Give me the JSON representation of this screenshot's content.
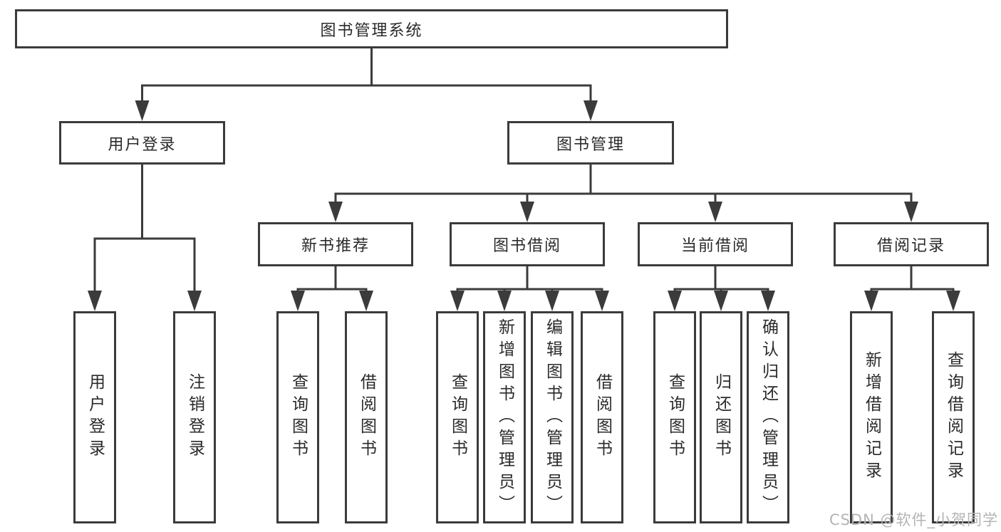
{
  "diagram": {
    "type": "hierarchy-chart",
    "root": {
      "id": "library-management-system",
      "label": "图书管理系统",
      "children": [
        {
          "id": "user-login-group",
          "label": "用户登录",
          "children": [
            {
              "id": "user-login",
              "label": "用户登录"
            },
            {
              "id": "user-logout",
              "label": "注销登录"
            }
          ]
        },
        {
          "id": "book-management",
          "label": "图书管理",
          "children": [
            {
              "id": "new-book-recommendation",
              "label": "新书推荐",
              "children": [
                {
                  "id": "query-books",
                  "label": "查询图书"
                },
                {
                  "id": "borrow-books",
                  "label": "借阅图书"
                }
              ]
            },
            {
              "id": "book-borrowing",
              "label": "图书借阅",
              "children": [
                {
                  "id": "query-books",
                  "label": "查询图书"
                },
                {
                  "id": "add-books-admin",
                  "label": "新增图书（管理员）"
                },
                {
                  "id": "edit-books-admin",
                  "label": "编辑图书（管理员）"
                },
                {
                  "id": "borrow-books",
                  "label": "借阅图书"
                }
              ]
            },
            {
              "id": "current-borrowing",
              "label": "当前借阅",
              "children": [
                {
                  "id": "query-books",
                  "label": "查询图书"
                },
                {
                  "id": "return-books",
                  "label": "归还图书"
                },
                {
                  "id": "confirm-return-admin",
                  "label": "确认归还（管理员）"
                }
              ]
            },
            {
              "id": "borrowing-records",
              "label": "借阅记录",
              "children": [
                {
                  "id": "add-borrow-record",
                  "label": "新增借阅记录"
                },
                {
                  "id": "query-borrow-record",
                  "label": "查询借阅记录"
                }
              ]
            }
          ]
        }
      ]
    }
  },
  "watermark": {
    "text": "CSDN @软件_小贺同学"
  },
  "colors": {
    "background": "#ffffff",
    "box_border": "#3b3b3b",
    "connector_line": "#3b3b3b",
    "text": "#2a2a2a",
    "watermark_text": "#b4b4b4"
  }
}
